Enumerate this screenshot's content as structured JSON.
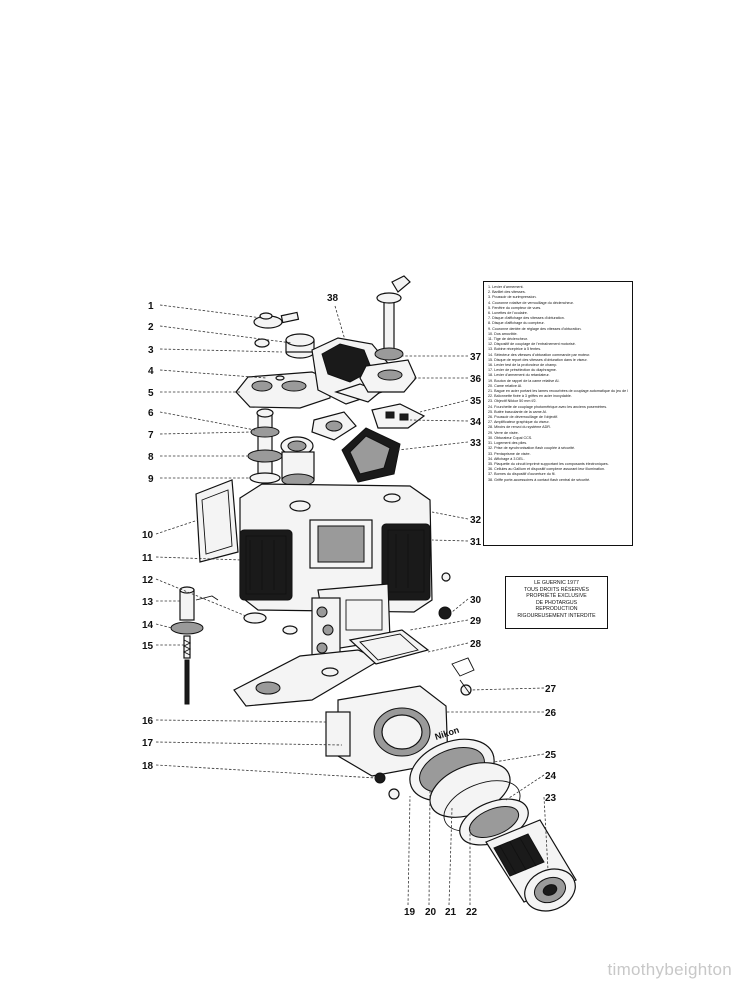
{
  "callouts": [
    {
      "n": "1"
    },
    {
      "n": "2"
    },
    {
      "n": "3"
    },
    {
      "n": "4"
    },
    {
      "n": "5"
    },
    {
      "n": "6"
    },
    {
      "n": "7"
    },
    {
      "n": "8"
    },
    {
      "n": "9"
    },
    {
      "n": "10"
    },
    {
      "n": "11"
    },
    {
      "n": "12"
    },
    {
      "n": "13"
    },
    {
      "n": "14"
    },
    {
      "n": "15"
    },
    {
      "n": "16"
    },
    {
      "n": "17"
    },
    {
      "n": "18"
    },
    {
      "n": "19"
    },
    {
      "n": "20"
    },
    {
      "n": "21"
    },
    {
      "n": "22"
    },
    {
      "n": "23"
    },
    {
      "n": "24"
    },
    {
      "n": "25"
    },
    {
      "n": "26"
    },
    {
      "n": "27"
    },
    {
      "n": "28"
    },
    {
      "n": "29"
    },
    {
      "n": "30"
    },
    {
      "n": "31"
    },
    {
      "n": "32"
    },
    {
      "n": "33"
    },
    {
      "n": "34"
    },
    {
      "n": "35"
    },
    {
      "n": "36"
    },
    {
      "n": "37"
    },
    {
      "n": "38"
    }
  ],
  "legend": [
    "1. Levier d'armement.",
    "2. Barillet des vitesses.",
    "3. Poussoir de surimpression.",
    "4. Couronne rotative de verrouillage du déclencheur.",
    "5. Fenêtre du compteur de vues.",
    "6. Lunettes de l'oculaire.",
    "7. Disque d'affichage des vitesses d'obturation.",
    "8. Disque d'affichage du compteur.",
    "9. Couronne dentée de réglage des vitesses d'obturation.",
    "10. Dos amovible.",
    "11. Tige de déclencheur.",
    "12. Dispositif de couplage de l'entraînement motorisé.",
    "13. Bobine réceptrice à 5 fentes.",
    "14. Sélecteur des vitesses d'obturation commande par moteur.",
    "15. Disque de report des vitesses d'obturation dans le viseur.",
    "16. Levier test de la profondeur de champ.",
    "17. Levier de présélection du diaphragme.",
    "18. Levier d'armement du retardateur.",
    "19. Bouton de rappel de la came relative AI.",
    "20. Came relative AI.",
    "21. Bague en acier portant les lames recourbées de couplage automatique du jeu de la baïonnette.",
    "22. Baïonnette fixée à 3 griffes en acier inoxydable.",
    "23. Objectif Nikkor 50 mm f/2.",
    "24. Fourchette de couplage photométrique avec les anciens posemètres.",
    "25. Butée basculante de la came AI.",
    "26. Poussoir de déverrouillage de l'objectif.",
    "27. Amplificateur graphique du viseur.",
    "28. Miroirs de renvoi du système ADR.",
    "29. Verre de visée.",
    "30. Obturateur Copal CCS.",
    "31. Logement des piles.",
    "32. Prise de synchronisation flash couplée à sécurité.",
    "33. Pentaprisme de visée.",
    "34. Affichage à 3 DEL.",
    "35. Plaquette du circuit imprimé supportant les composants électroniques.",
    "36. Cellules au Gallium et dispositif complexe assurant leur illumination.",
    "37. Bornes du dispositif d'ouverture du fil.",
    "38. Griffe porte-accessoires à contact flash central de sécurité."
  ],
  "copyright": [
    "LE GUERNIC 1977",
    "TOUS DROITS RÉSERVÉS",
    "PROPRIÉTÉ EXCLUSIVE",
    "DE PHOTARGUS",
    "REPRODUCTION",
    "RIGOUREUSEMENT INTERDITE"
  ],
  "watermark": "timothybeighton"
}
